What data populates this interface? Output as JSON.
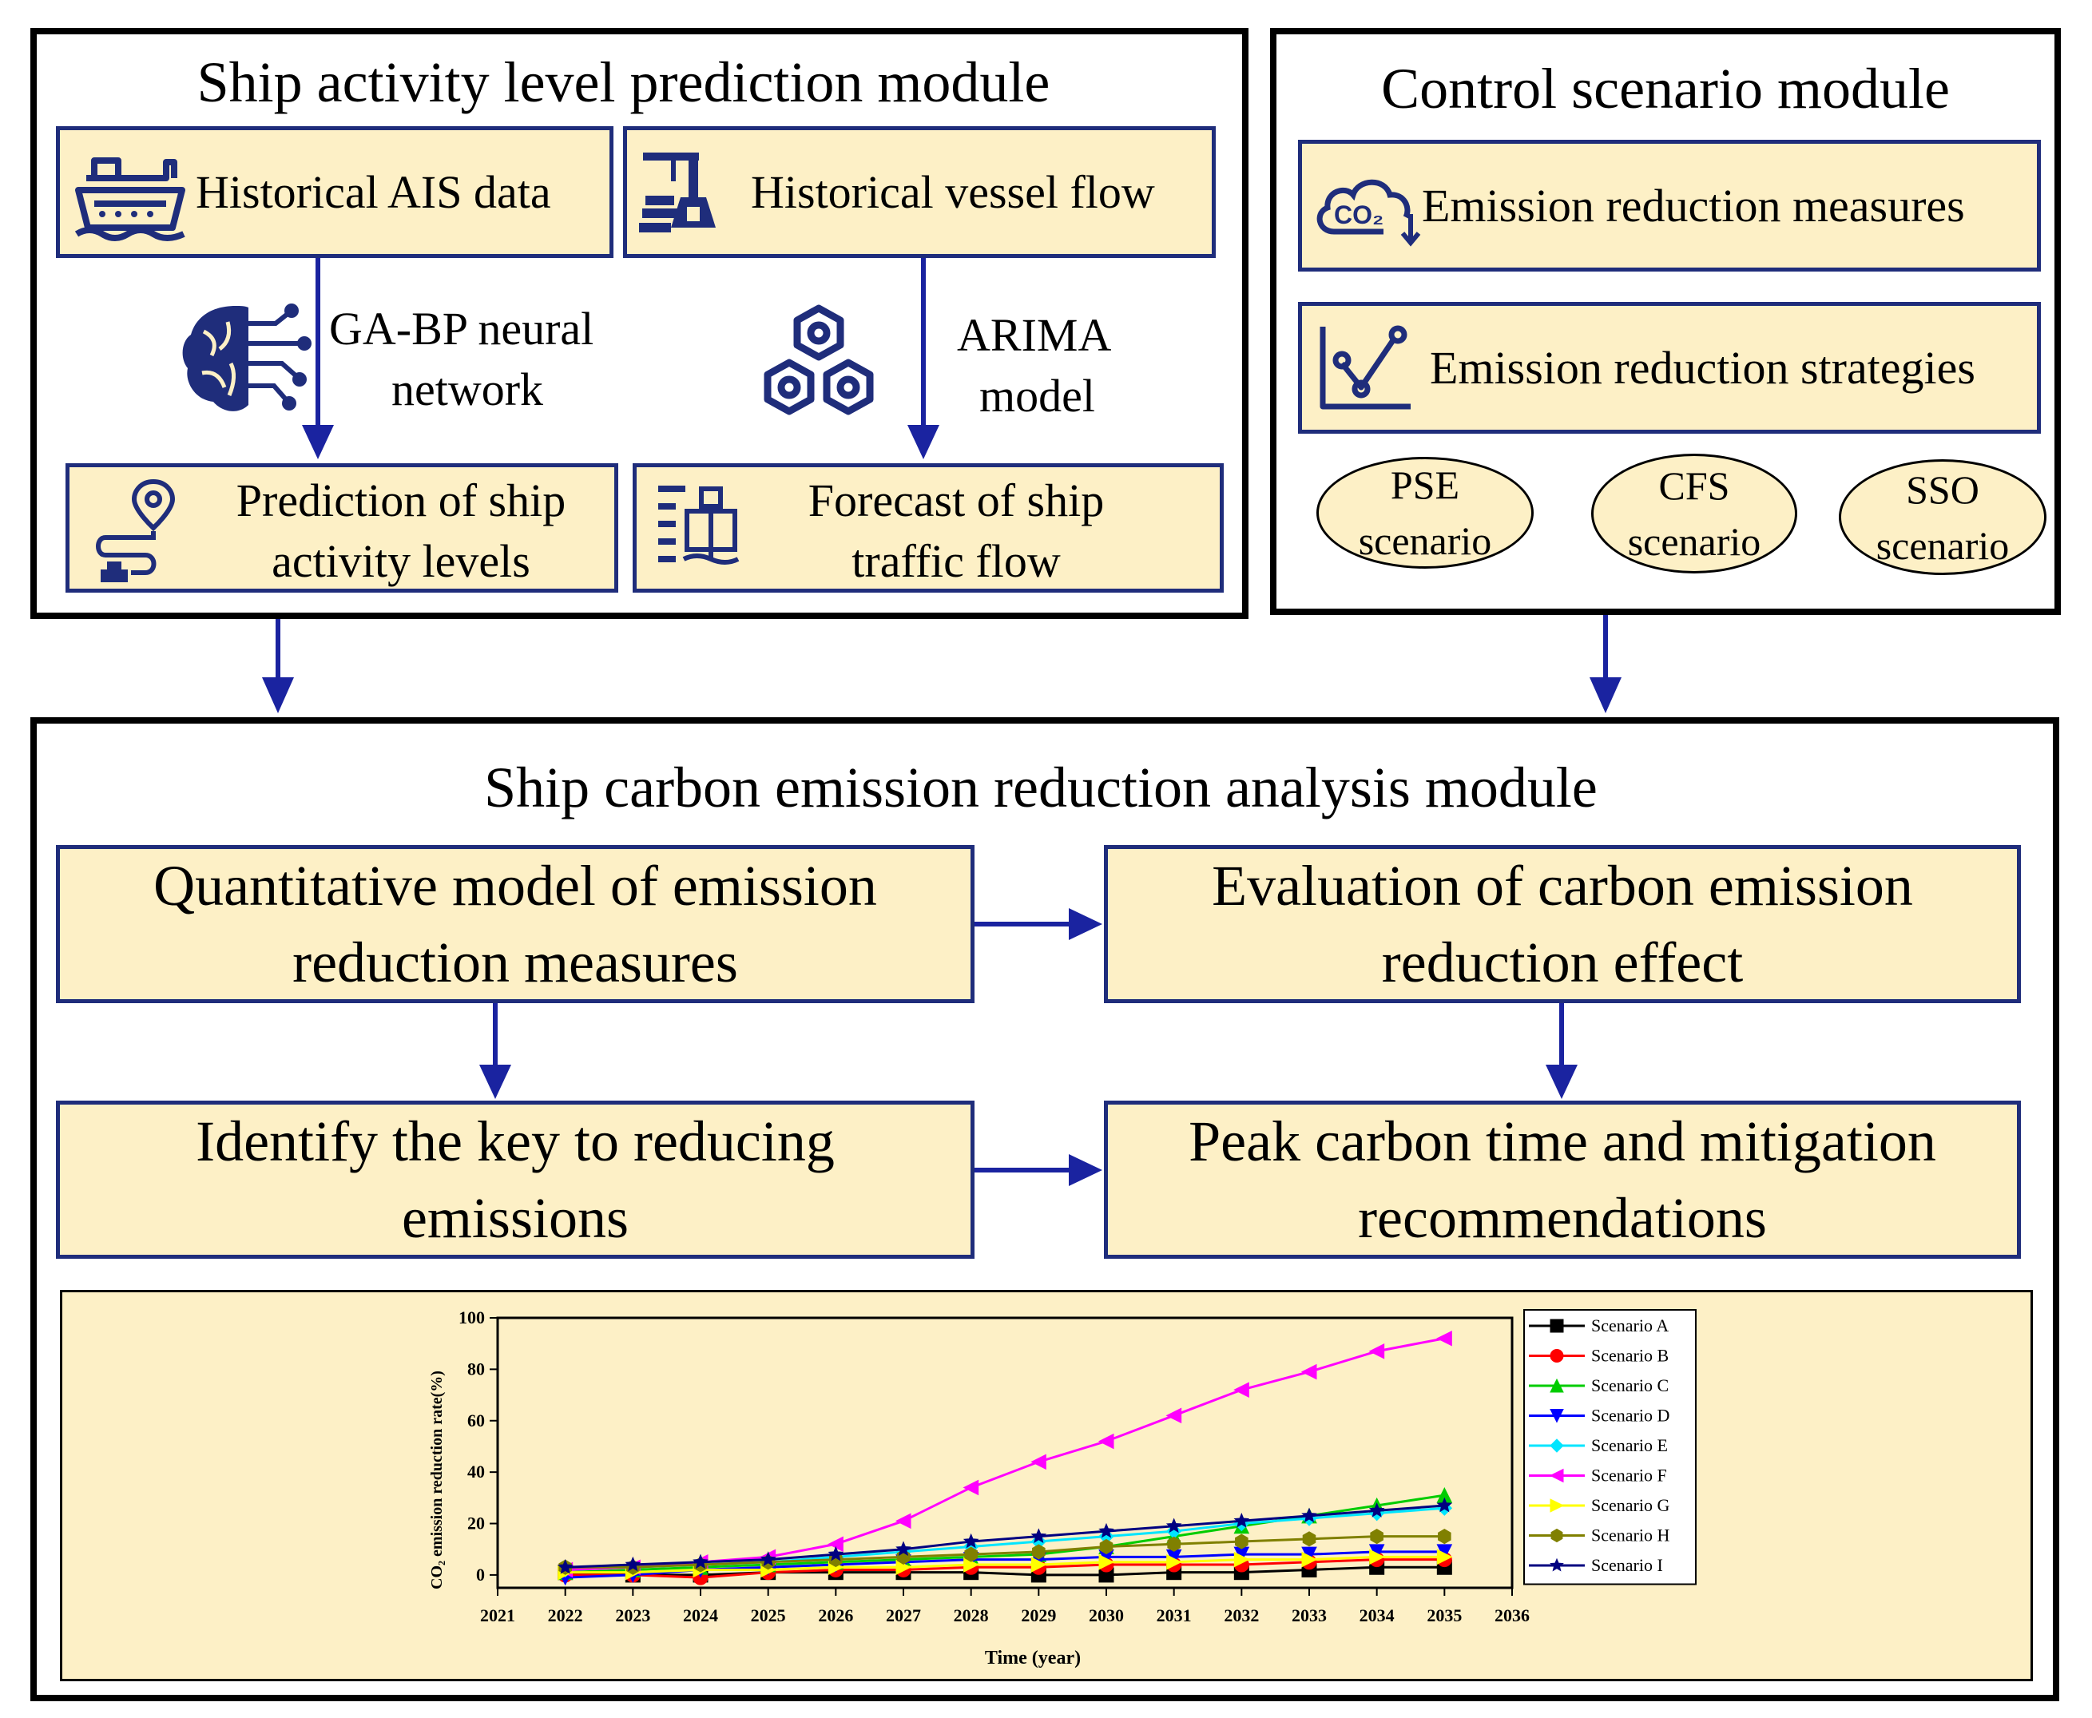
{
  "top_left": {
    "title": "Ship activity level prediction module",
    "box_ais": "Historical AIS data",
    "box_flow": "Historical vessel flow",
    "method_ga_line1": "GA-BP neural",
    "method_ga_line2": "network",
    "method_arima_line1": "ARIMA",
    "method_arima_line2": "model",
    "box_pred_line1": "Prediction of ship",
    "box_pred_line2": "activity levels",
    "box_fore_line1": "Forecast of ship",
    "box_fore_line2": "traffic flow"
  },
  "top_right": {
    "title": "Control scenario module",
    "box_measures": "Emission reduction measures",
    "box_strategies": "Emission reduction strategies",
    "scenarios": [
      {
        "line1": "PSE",
        "line2": "scenario"
      },
      {
        "line1": "CFS",
        "line2": "scenario"
      },
      {
        "line1": "SSO",
        "line2": "scenario"
      }
    ]
  },
  "bottom": {
    "title": "Ship carbon emission reduction analysis module",
    "box_quant_line1": "Quantitative model of emission",
    "box_quant_line2": "reduction measures",
    "box_eval_line1": "Evaluation of carbon emission",
    "box_eval_line2": "reduction effect",
    "box_key_line1": "Identify the key to reducing",
    "box_key_line2": "emissions",
    "box_peak_line1": "Peak carbon time and mitigation",
    "box_peak_line2": "recommendations"
  },
  "icons": {
    "co2_text": "CO₂"
  },
  "colors": {
    "box_fill": "#fdf0c6",
    "box_border": "#1f2d7b",
    "arrow": "#1a23a0",
    "icon": "#1f2d7b"
  },
  "chart_data": {
    "type": "line",
    "xlabel": "Time (year)",
    "ylabel": "CO₂ emission reduction rate(%)",
    "xlim": [
      2021,
      2036
    ],
    "ylim": [
      -5,
      100
    ],
    "xticks": [
      "2021",
      "2022",
      "2023",
      "2024",
      "2025",
      "2026",
      "2027",
      "2028",
      "2029",
      "2030",
      "2031",
      "2032",
      "2033",
      "2034",
      "2035",
      "2036"
    ],
    "yticks": [
      "0",
      "20",
      "40",
      "60",
      "80",
      "100"
    ],
    "x": [
      2022,
      2023,
      2024,
      2025,
      2026,
      2027,
      2028,
      2029,
      2030,
      2031,
      2032,
      2033,
      2034,
      2035
    ],
    "series": [
      {
        "name": "Scenario A",
        "color": "#000000",
        "marker": "square",
        "values": [
          1,
          0,
          0,
          1,
          1,
          1,
          1,
          0,
          0,
          1,
          1,
          2,
          3,
          3
        ]
      },
      {
        "name": "Scenario B",
        "color": "#ff0000",
        "marker": "circle",
        "values": [
          0,
          0,
          -1,
          1,
          2,
          2,
          3,
          3,
          4,
          4,
          4,
          5,
          6,
          6
        ]
      },
      {
        "name": "Scenario C",
        "color": "#00cc00",
        "marker": "triangle",
        "values": [
          1,
          2,
          3,
          4,
          5,
          6,
          7,
          8,
          11,
          15,
          19,
          23,
          27,
          31
        ]
      },
      {
        "name": "Scenario D",
        "color": "#0000ff",
        "marker": "tri-down",
        "values": [
          -1,
          0,
          2,
          3,
          4,
          5,
          6,
          6,
          7,
          7,
          8,
          8,
          9,
          9
        ]
      },
      {
        "name": "Scenario E",
        "color": "#00e5ff",
        "marker": "diamond",
        "values": [
          2,
          3,
          4,
          5,
          7,
          9,
          11,
          13,
          15,
          17,
          20,
          22,
          24,
          26
        ]
      },
      {
        "name": "Scenario F",
        "color": "#ff00ff",
        "marker": "tri-left",
        "values": [
          2,
          3,
          5,
          7,
          12,
          21,
          34,
          44,
          52,
          62,
          72,
          79,
          87,
          92
        ]
      },
      {
        "name": "Scenario G",
        "color": "#ffff00",
        "marker": "tri-right",
        "values": [
          1,
          1,
          2,
          2,
          3,
          3,
          4,
          4,
          5,
          5,
          6,
          6,
          7,
          7
        ]
      },
      {
        "name": "Scenario H",
        "color": "#808000",
        "marker": "hexagon",
        "values": [
          3,
          3,
          4,
          5,
          6,
          7,
          8,
          9,
          11,
          12,
          13,
          14,
          15,
          15
        ]
      },
      {
        "name": "Scenario I",
        "color": "#000080",
        "marker": "star",
        "values": [
          3,
          4,
          5,
          6,
          8,
          10,
          13,
          15,
          17,
          19,
          21,
          23,
          25,
          27
        ]
      }
    ]
  }
}
